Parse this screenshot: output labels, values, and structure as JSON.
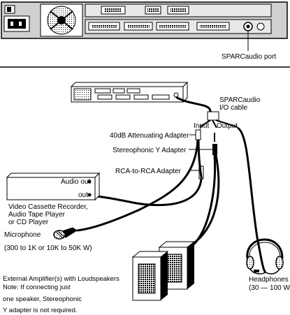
{
  "labels": {
    "sparcaudio_port": "SPARCaudio port",
    "io_cable_line1": "SPARCaudio",
    "io_cable_line2": "I/O cable",
    "input": "Input",
    "output": "Output",
    "attenuating_adapter": "40dB Attenuating Adapter",
    "stereophonic_y": "Stereophonic Y Adapter",
    "rca_adapter": "RCA-to-RCA Adapter",
    "audio_out": "Audio out",
    "out": "out",
    "vcr_line1": "Video Cassette Recorder,",
    "vcr_line2": "Audio Tape Player",
    "vcr_line3": "or CD Player",
    "mic_line1": "Microphone",
    "mic_line2": "(300 to 1K or 10K to 50K W)",
    "amp_line1": "External Amplifier(s) with Loudspeakers",
    "amp_line2": "Note: If connecting just",
    "amp_line3": "one speaker, Stereophonic",
    "amp_line4": "Y adapter is not required.",
    "headphones_line1": "Headphones",
    "headphones_line2": "(30 — 100 W)"
  },
  "colors": {
    "ink": "#000000",
    "paper": "#ffffff",
    "panel_gray": "#c8c8c8"
  }
}
